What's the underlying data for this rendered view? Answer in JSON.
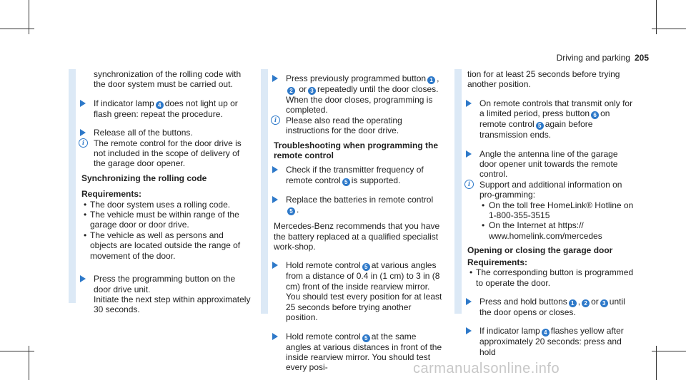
{
  "header": {
    "section": "Driving and parking",
    "page": "205"
  },
  "col1": {
    "cont": "synchronization of the rolling code with the door system must be carried out.",
    "step1": [
      "If indicator lamp",
      "does not light up or flash green: repeat the procedure."
    ],
    "step1_badge": "4",
    "step2": "Release all of the buttons.",
    "info1": "The remote control for the door drive is not included in the scope of delivery of the garage door opener.",
    "heading": "Synchronizing the rolling code",
    "req_label": "Requirements:",
    "bullets": [
      "The door system uses a rolling code.",
      "The vehicle must be within range of the garage door or door drive.",
      "The vehicle as well as persons and objects are located outside the range of movement of the door."
    ],
    "step3": "Press the programming button on the door drive unit.",
    "step3b": "Initiate the next step within approximately 30 seconds."
  },
  "col2": {
    "step1": [
      "Press previously programmed button",
      ",",
      "or",
      "repeatedly until the door closes. When the door closes, programming is completed."
    ],
    "step1_badges": [
      "1",
      "2",
      "3"
    ],
    "info1": "Please also read the operating instructions for the door drive.",
    "heading": "Troubleshooting when programming the remote control",
    "step2": [
      "Check if the transmitter frequency of remote control",
      "is supported."
    ],
    "step2_badge": "5",
    "step3": [
      "Replace the batteries in remote control",
      "."
    ],
    "step3_badge": "5",
    "para": "Mercedes-Benz recommends that you have the battery replaced at a qualified specialist work-shop.",
    "step4": [
      "Hold remote control",
      "at various angles from a distance of 0.4 in (1 cm) to 3 in (8 cm) front of the inside rearview mirror. You should test every position for at least 25 seconds before trying another position."
    ],
    "step4_badge": "5",
    "step5": [
      "Hold remote control",
      "at the same angles at various distances in front of the inside rearview mirror. You should test every posi-"
    ],
    "step5_badge": "5"
  },
  "col3": {
    "cont": "tion for at least 25 seconds before trying another position.",
    "step1": [
      "On remote controls that transmit only for a limited period, press button",
      "on remote control",
      "again before transmission ends."
    ],
    "step1_badges": [
      "6",
      "5"
    ],
    "step2": "Angle the antenna line of the garage door opener unit towards the remote control.",
    "info1": "Support and additional information on pro-gramming:",
    "sub_bullets": [
      "On the toll free HomeLink® Hotline on 1-800-355-3515",
      "On the Internet at https:// www.homelink.com/mercedes"
    ],
    "heading": "Opening or closing the garage door",
    "req_label": "Requirements:",
    "bullets": [
      "The corresponding button is programmed to operate the door."
    ],
    "step3": [
      "Press and hold buttons",
      ",",
      "or",
      "until the door opens or closes."
    ],
    "step3_badges": [
      "1",
      "2",
      "3"
    ],
    "step4": [
      "If indicator lamp",
      "flashes yellow after approximately 20 seconds: press and hold"
    ],
    "step4_badge": "4"
  },
  "watermark": "carmanualsonline.info",
  "colors": {
    "accent": "#2e79c9",
    "bar": "#dce9f6"
  }
}
